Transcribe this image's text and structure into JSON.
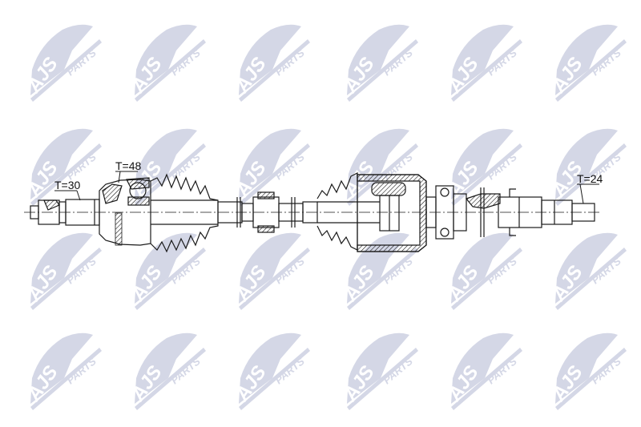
{
  "diagram": {
    "type": "technical-drawing",
    "subject": "drive shaft (CV axle) cross-section",
    "colors": {
      "line": "#1a1a1a",
      "watermark": "#d4d7e6",
      "background": "#ffffff"
    },
    "labels": {
      "outer_spline": "T=30",
      "abs_ring": "T=48",
      "inner_spline": "T=24"
    }
  },
  "watermark": {
    "brand": "AJS",
    "sub": "PARTS",
    "columns": [
      30,
      160,
      290,
      425,
      555,
      685
    ],
    "rows": [
      25,
      155,
      285,
      410
    ]
  }
}
